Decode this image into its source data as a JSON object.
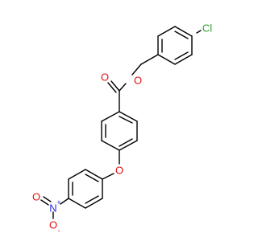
{
  "molecule": {
    "atoms": {
      "chlorine": {
        "symbol": "Cl",
        "color": "#2e9e2e"
      },
      "ester_carbonyl_oxygen": {
        "symbol": "O",
        "color": "#e01010"
      },
      "ester_oxygen": {
        "symbol": "O",
        "color": "#e01010"
      },
      "ether_oxygen": {
        "symbol": "O",
        "color": "#e01010"
      },
      "nitro_nitrogen": {
        "symbol": "N",
        "charge": "+",
        "color": "#2a2ae0"
      },
      "nitro_oxygen_top": {
        "symbol": "O",
        "color": "#e01010"
      },
      "nitro_oxygen_bottom": {
        "symbol": "O",
        "charge": "-",
        "color": "#e01010"
      }
    }
  }
}
